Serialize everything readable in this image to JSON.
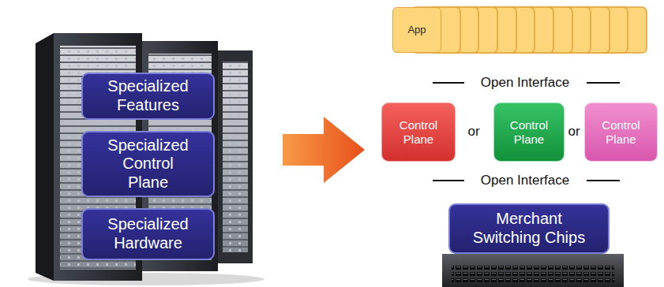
{
  "diagram": {
    "nodes": [
      {
        "text": [
          "Specialized Features"
        ]
      },
      {
        "text": [
          "Specialized Control Plane"
        ]
      },
      {
        "text": [
          "Specialized Hardware"
        ]
      },
      {
        "text": [
          "App"
        ]
      },
      {
        "text": [
          "Control Plane"
        ]
      },
      {
        "text": [
          "Control Plane"
        ]
      },
      {
        "text": [
          "Control Plane"
        ]
      },
      {
        "text": [
          "Merchant Switching Chips"
        ]
      }
    ],
    "labels": [
      "Open Interface",
      "or",
      "or",
      "Open Interface"
    ]
  }
}
